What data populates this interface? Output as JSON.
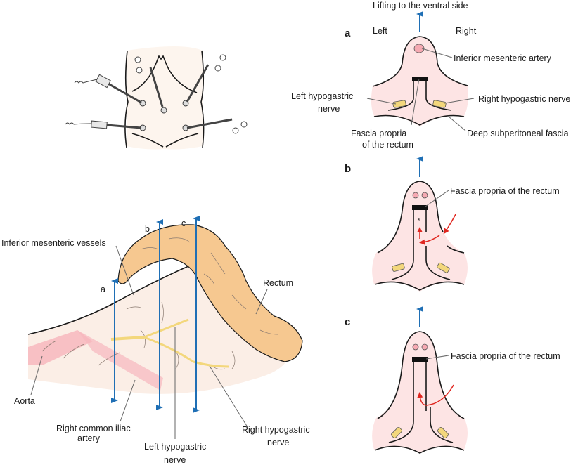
{
  "figure": {
    "colors": {
      "arrow_blue": "#1f6fb5",
      "red_arrow": "#e0261f",
      "tissue_pink": "#fde4e4",
      "artery_pink": "#f6a9b2",
      "nerve_yellow": "#f3d77c",
      "rectum_orange": "#f6c890",
      "skin": "#fdf5ee",
      "mesentery": "#fbeee6",
      "aorta_red": "#f7b7bd",
      "fascia_black": "#111111"
    },
    "port_diagram": {
      "title": "Trocar placement"
    },
    "anatomy_panel": {
      "labels": {
        "inferior_mesenteric_vessels": "Inferior mesenteric vessels",
        "rectum": "Rectum",
        "aorta": "Aorta",
        "right_common_iliac_artery_1": "Right common iliac",
        "right_common_iliac_artery_2": "artery",
        "left_hypogastric_nerve_1": "Left hypogastric",
        "left_hypogastric_nerve_2": "nerve",
        "right_hypogastric_nerve_1": "Right hypogastric",
        "right_hypogastric_nerve_2": "nerve"
      },
      "section_markers": [
        "a",
        "b",
        "c"
      ]
    },
    "cross_sections": {
      "top_caption": "Lifting to the ventral side",
      "a": {
        "panel_label": "a",
        "left": "Left",
        "right": "Right",
        "inferior_mesenteric_artery": "Inferior mesenteric artery",
        "left_hypogastric_nerve_1": "Left hypogastric",
        "left_hypogastric_nerve_2": "nerve",
        "right_hypogastric_nerve": "Right hypogastric nerve",
        "fascia_propria_1": "Fascia propria",
        "fascia_propria_2": "of the rectum",
        "deep_subperitoneal_fascia": "Deep subperitoneal fascia"
      },
      "b": {
        "panel_label": "b",
        "fascia_propria": "Fascia propria of the rectum",
        "asterisk": "*"
      },
      "c": {
        "panel_label": "c",
        "fascia_propria": "Fascia propria of the rectum"
      }
    }
  }
}
